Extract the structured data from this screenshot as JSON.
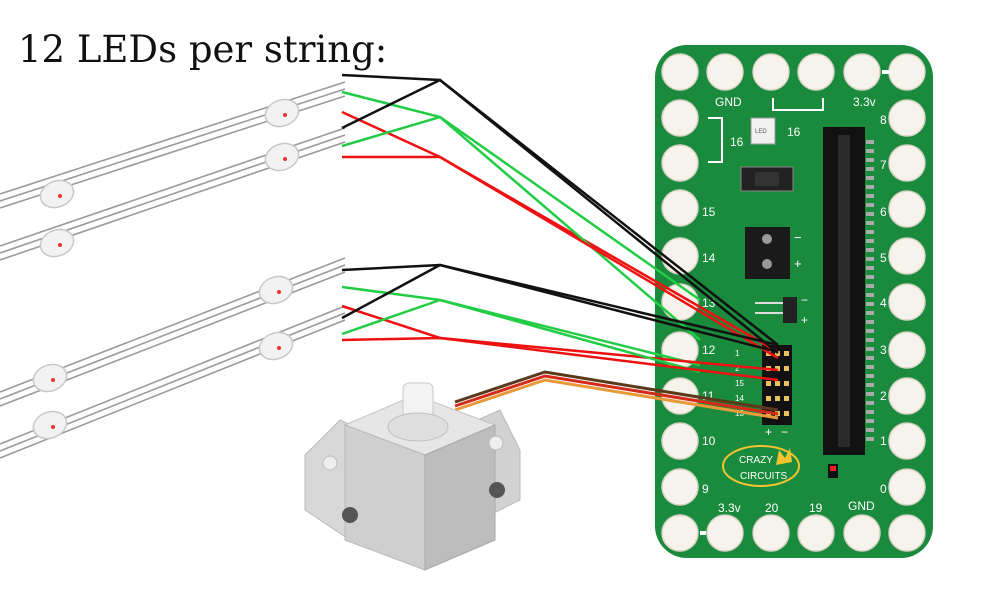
{
  "heading": "12 LEDs per string:",
  "board": {
    "name": "Crazy Circuits board",
    "logo_line1": "CRAZY",
    "logo_line2": "CIRCUITS",
    "top_labels": {
      "gnd": "GND",
      "v33": "3.3v",
      "p16": "16",
      "side16": "16"
    },
    "left_pins": [
      "15",
      "14",
      "13",
      "12",
      "11",
      "10",
      "9"
    ],
    "right_pins": [
      "8",
      "7",
      "6",
      "5",
      "4",
      "3",
      "2",
      "1",
      "0"
    ],
    "bottom_labels": {
      "v33": "3.3v",
      "p20": "20",
      "p19": "19",
      "gnd": "GND"
    },
    "header_rows": [
      "1",
      "2",
      "15",
      "14",
      "13"
    ],
    "header_plus": "+",
    "header_minus": "−",
    "jack_minus": "−",
    "jack_plus": "+",
    "jst_minus": "−",
    "jst_plus": "+"
  },
  "led_strings": 4,
  "leds_per_string_shown": 2,
  "colors": {
    "board": "#1a8a3c",
    "pad": "#f6f3ec",
    "wire_black": "#111111",
    "wire_green": "#22cc44",
    "wire_red": "#ee1111",
    "servo_body": "#d6d6d6",
    "servo_wire_brown": "#5a3a1a",
    "servo_wire_red": "#d42a1a",
    "servo_wire_orange": "#e89a3a",
    "logo_gold": "#f4c430"
  }
}
